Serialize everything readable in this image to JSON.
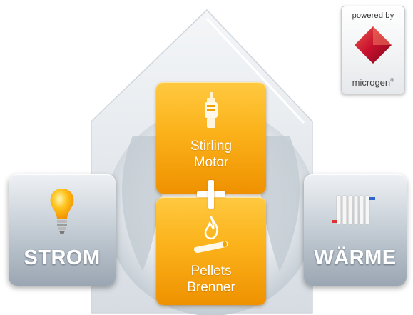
{
  "badge": {
    "top_text": "powered by",
    "brand_text": "microgen",
    "registered_mark": "®",
    "icon": "microgen-diamond-logo"
  },
  "left_tile": {
    "label": "STROM",
    "icon": "lightbulb-icon"
  },
  "right_tile": {
    "label": "WÄRME",
    "icon": "radiator-icon"
  },
  "top_box": {
    "line1": "Stirling",
    "line2": "Motor",
    "icon": "stirling-engine-icon"
  },
  "bottom_box": {
    "line1": "Pellets",
    "line2": "Brenner",
    "icon": "flame-pellet-icon"
  },
  "combiner": {
    "icon": "plus-icon"
  },
  "colors": {
    "orange_light": "#ffc940",
    "orange_dark": "#ef9100",
    "house_grey": "#dfe4e9",
    "tile_grey": "#9aa6b2",
    "logo_red": "#c8102e"
  }
}
